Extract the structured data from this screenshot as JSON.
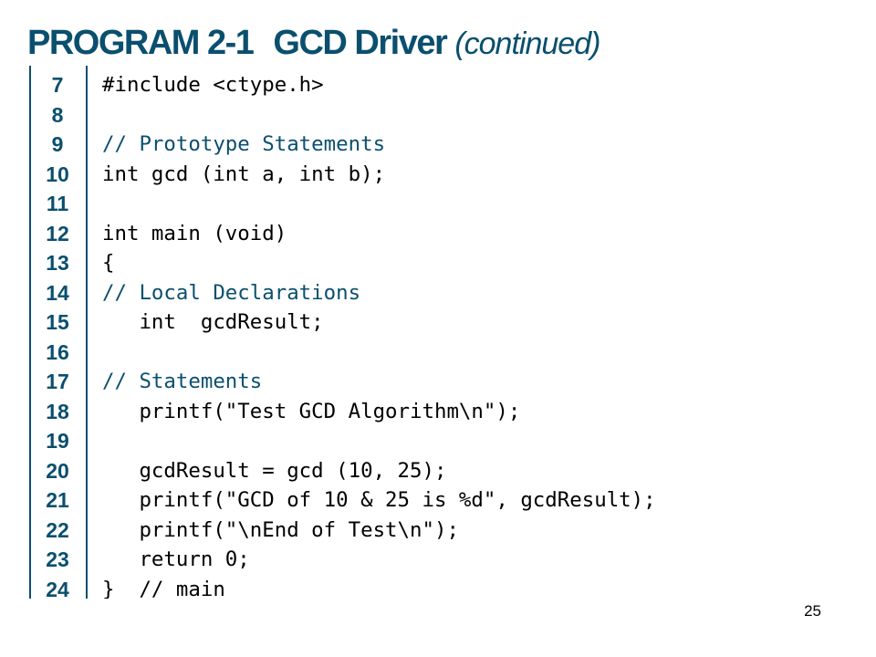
{
  "heading": {
    "label": "PROGRAM 2-1",
    "title": "GCD Driver",
    "continued": "(continued)"
  },
  "code": {
    "lines": [
      {
        "num": "7",
        "text": "#include <ctype.h>",
        "comment": false
      },
      {
        "num": "8",
        "text": "",
        "comment": false
      },
      {
        "num": "9",
        "text": "// Prototype Statements",
        "comment": true
      },
      {
        "num": "10",
        "text": "int gcd (int a, int b);",
        "comment": false
      },
      {
        "num": "11",
        "text": "",
        "comment": false
      },
      {
        "num": "12",
        "text": "int main (void)",
        "comment": false
      },
      {
        "num": "13",
        "text": "{",
        "comment": false
      },
      {
        "num": "14",
        "text": "// Local Declarations",
        "comment": true
      },
      {
        "num": "15",
        "text": "   int  gcdResult;",
        "comment": false
      },
      {
        "num": "16",
        "text": "",
        "comment": false
      },
      {
        "num": "17",
        "text": "// Statements",
        "comment": true
      },
      {
        "num": "18",
        "text": "   printf(\"Test GCD Algorithm\\n\");",
        "comment": false
      },
      {
        "num": "19",
        "text": "",
        "comment": false
      },
      {
        "num": "20",
        "text": "   gcdResult = gcd (10, 25);",
        "comment": false
      },
      {
        "num": "21",
        "text": "   printf(\"GCD of 10 & 25 is %d\", gcdResult);",
        "comment": false
      },
      {
        "num": "22",
        "text": "   printf(\"\\nEnd of Test\\n\");",
        "comment": false
      },
      {
        "num": "23",
        "text": "   return 0;",
        "comment": false
      },
      {
        "num": "24",
        "text": "}  // main",
        "comment": false
      }
    ]
  },
  "slide": {
    "page_number": "25"
  },
  "colors": {
    "accent": "#0a4f6e",
    "code_text": "#000000",
    "background": "#ffffff"
  }
}
